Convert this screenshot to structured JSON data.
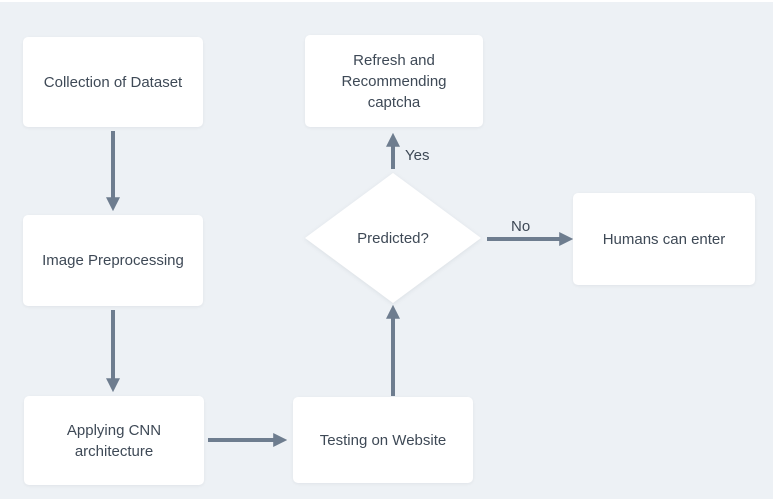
{
  "flowchart": {
    "type": "flowchart",
    "colors": {
      "background": "#edf1f5",
      "node_bg": "#ffffff",
      "arrow": "#6e7d8f",
      "text": "#3e4956"
    },
    "nodes": {
      "collection": {
        "label": "Collection of Dataset",
        "shape": "rect"
      },
      "preprocessing": {
        "label": "Image Preprocessing",
        "shape": "rect"
      },
      "cnn": {
        "label": "Applying CNN architecture",
        "shape": "rect"
      },
      "testing": {
        "label": "Testing on Website",
        "shape": "rect"
      },
      "predicted": {
        "label": "Predicted?",
        "shape": "diamond"
      },
      "refresh": {
        "label": "Refresh and Recommending captcha",
        "shape": "rect"
      },
      "humans": {
        "label": "Humans can enter",
        "shape": "rect"
      }
    },
    "edge_labels": {
      "yes": "Yes",
      "no": "No"
    },
    "edges": [
      {
        "from": "collection",
        "to": "preprocessing",
        "label": ""
      },
      {
        "from": "preprocessing",
        "to": "cnn",
        "label": ""
      },
      {
        "from": "cnn",
        "to": "testing",
        "label": ""
      },
      {
        "from": "testing",
        "to": "predicted",
        "label": ""
      },
      {
        "from": "predicted",
        "to": "refresh",
        "label": "Yes"
      },
      {
        "from": "predicted",
        "to": "humans",
        "label": "No"
      }
    ]
  }
}
